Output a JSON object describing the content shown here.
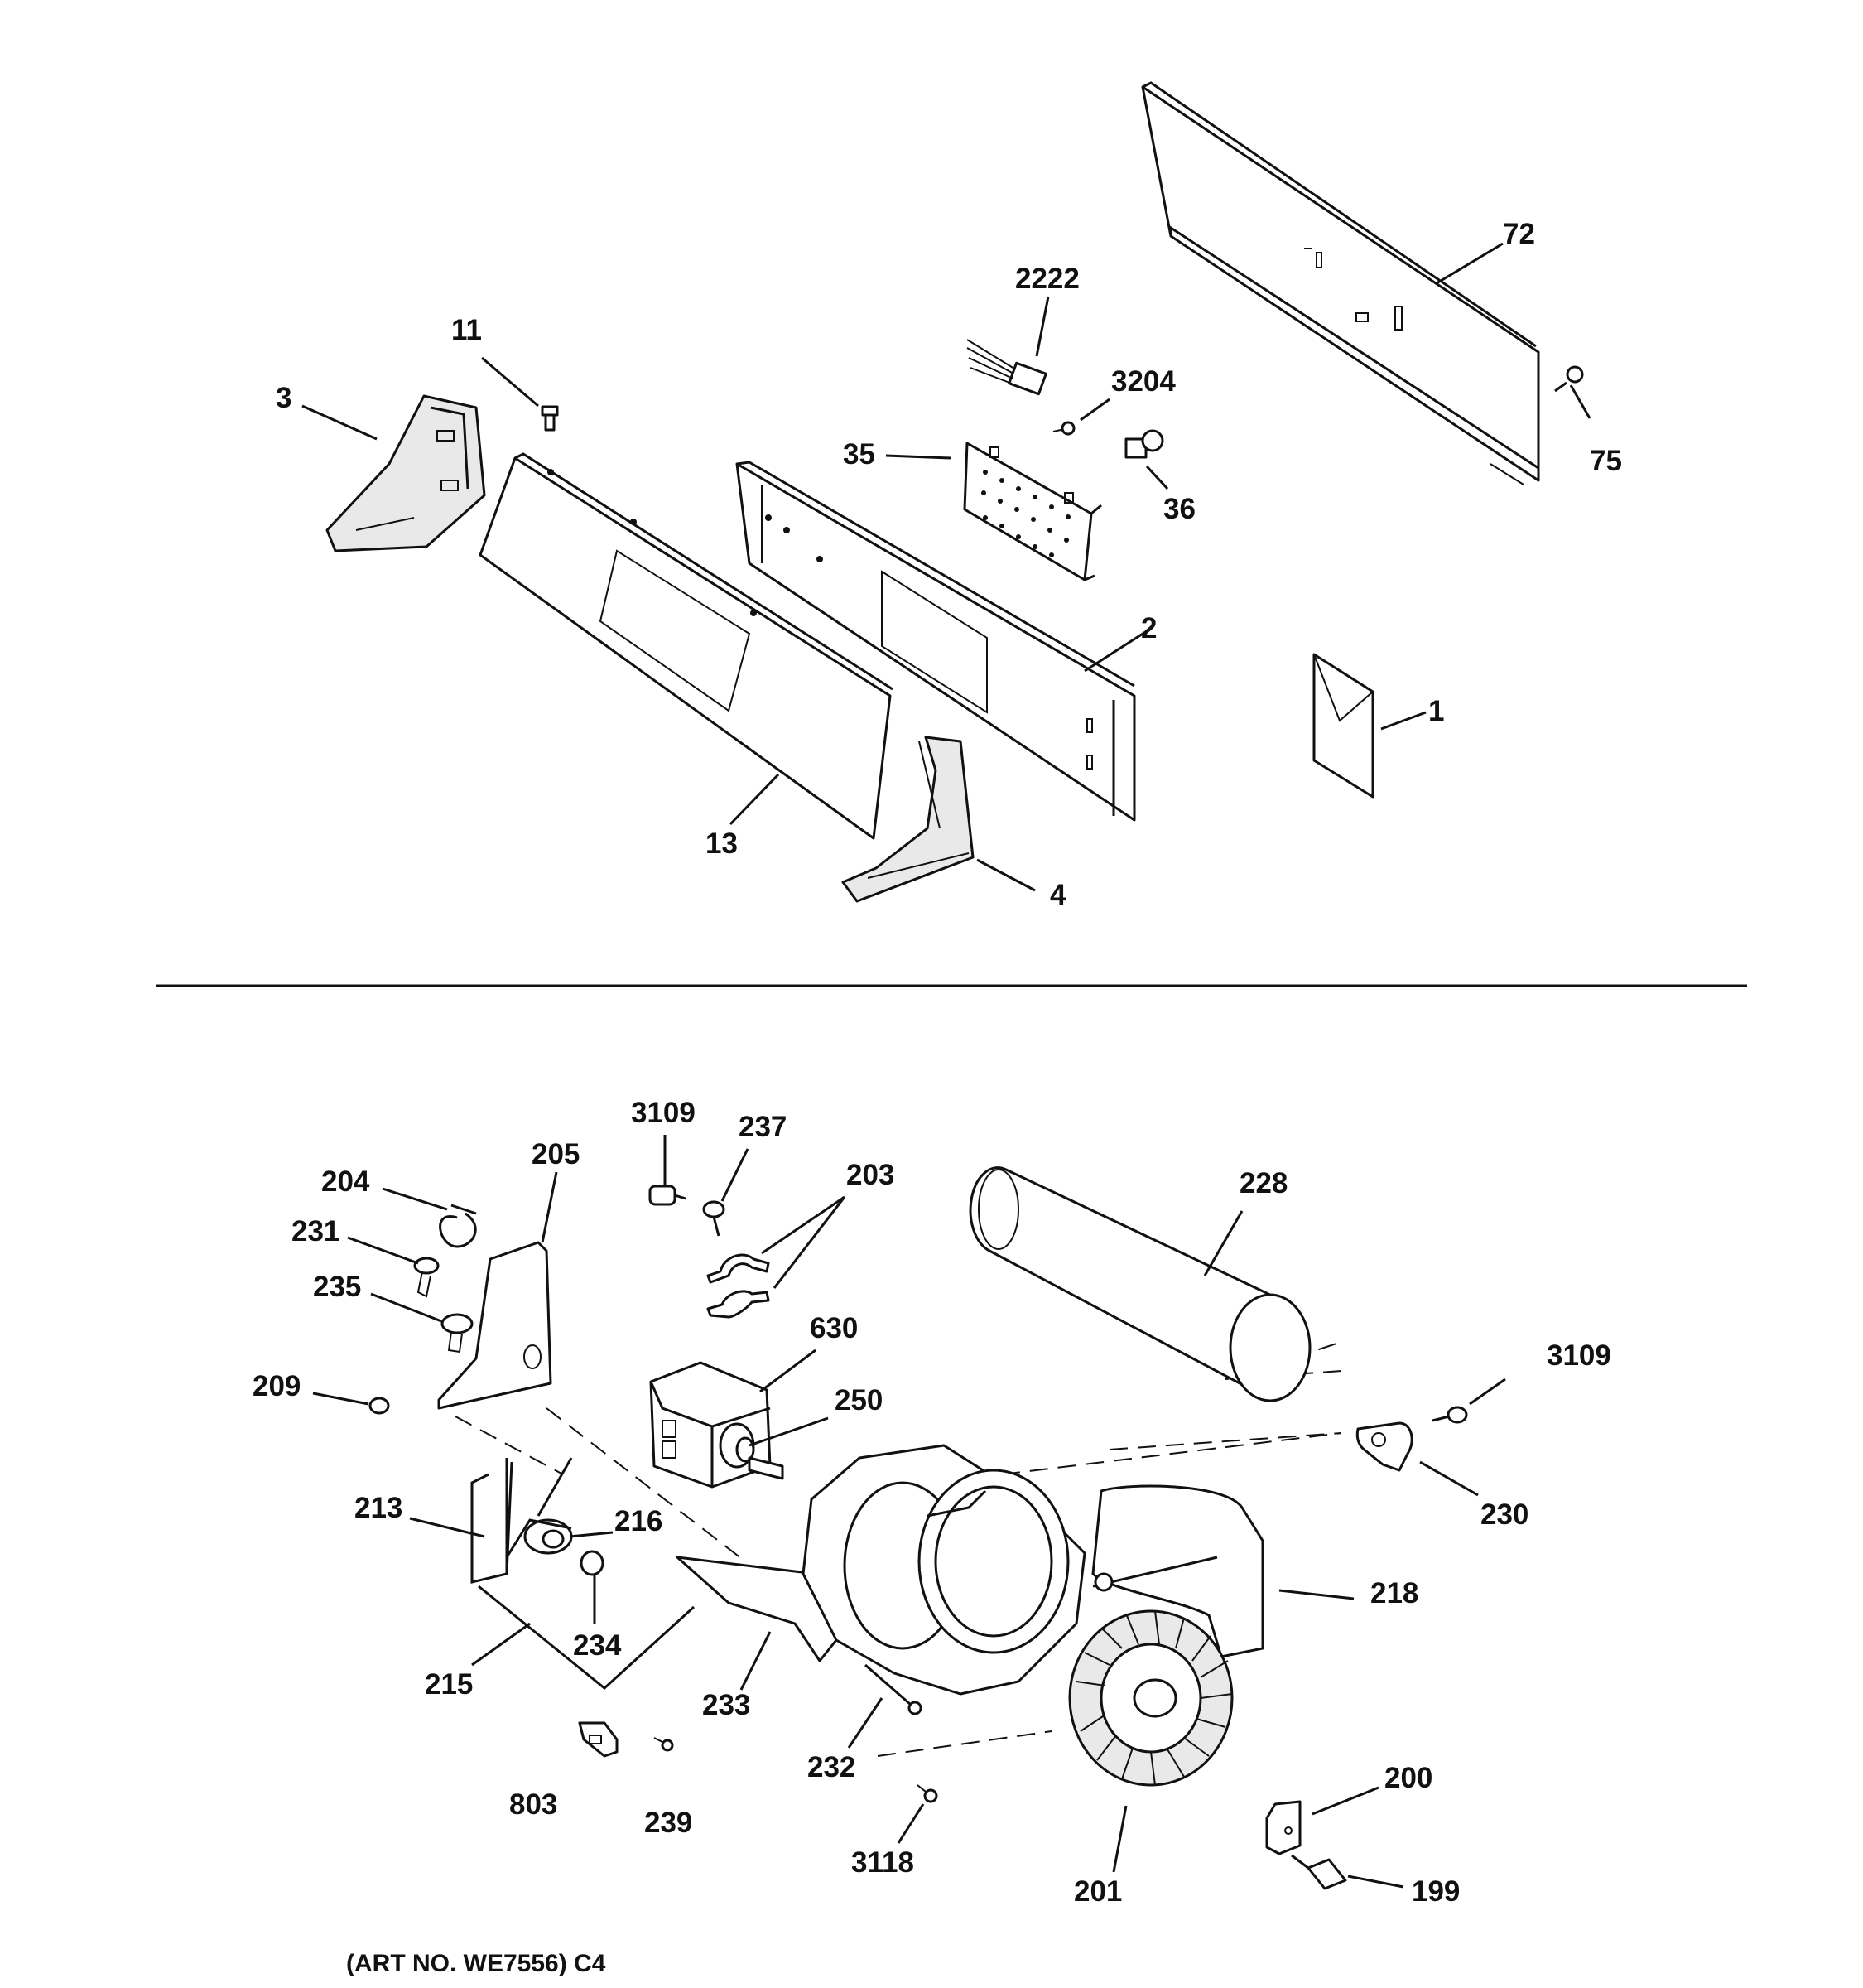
{
  "upper_parts": {
    "p1": "1",
    "p2": "2",
    "p3": "3",
    "p4": "4",
    "p11": "11",
    "p13": "13",
    "p35": "35",
    "p36": "36",
    "p72": "72",
    "p75": "75",
    "p2222": "2222",
    "p3204": "3204"
  },
  "lower_parts": {
    "p199": "199",
    "p200": "200",
    "p201": "201",
    "p203": "203",
    "p204": "204",
    "p205": "205",
    "p209": "209",
    "p213": "213",
    "p215": "215",
    "p216": "216",
    "p218": "218",
    "p228": "228",
    "p230": "230",
    "p231": "231",
    "p232": "232",
    "p233": "233",
    "p234": "234",
    "p235": "235",
    "p237": "237",
    "p239": "239",
    "p250": "250",
    "p630": "630",
    "p803": "803",
    "p3109a": "3109",
    "p3109b": "3109",
    "p3118": "3118"
  },
  "footer": {
    "art_number": "(ART NO. WE7556) C4"
  }
}
